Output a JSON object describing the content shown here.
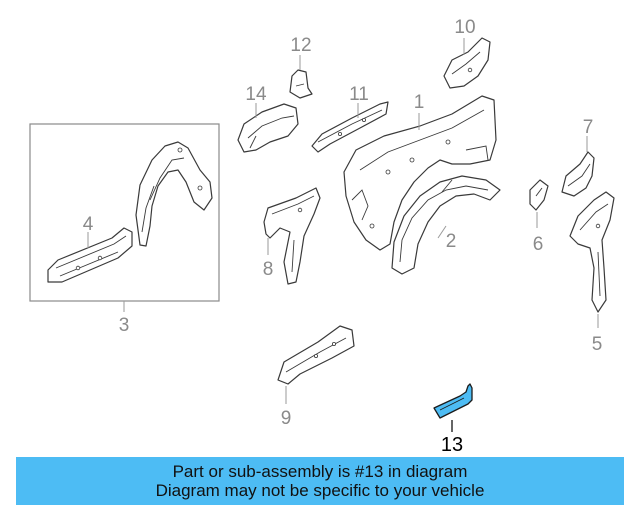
{
  "callouts": {
    "c1": "1",
    "c2": "2",
    "c3": "3",
    "c4": "4",
    "c5": "5",
    "c6": "6",
    "c7": "7",
    "c8": "8",
    "c9": "9",
    "c10": "10",
    "c11": "11",
    "c12": "12",
    "c13": "13",
    "c14": "14"
  },
  "highlighted_part": "13",
  "colors": {
    "highlight": "#4dbcf4",
    "banner": "#4dbcf4",
    "callout": "#8a8a8a"
  },
  "banner": {
    "line1": "Part or sub-assembly is #13 in diagram",
    "line2": "Diagram may not be specific to your vehicle"
  }
}
